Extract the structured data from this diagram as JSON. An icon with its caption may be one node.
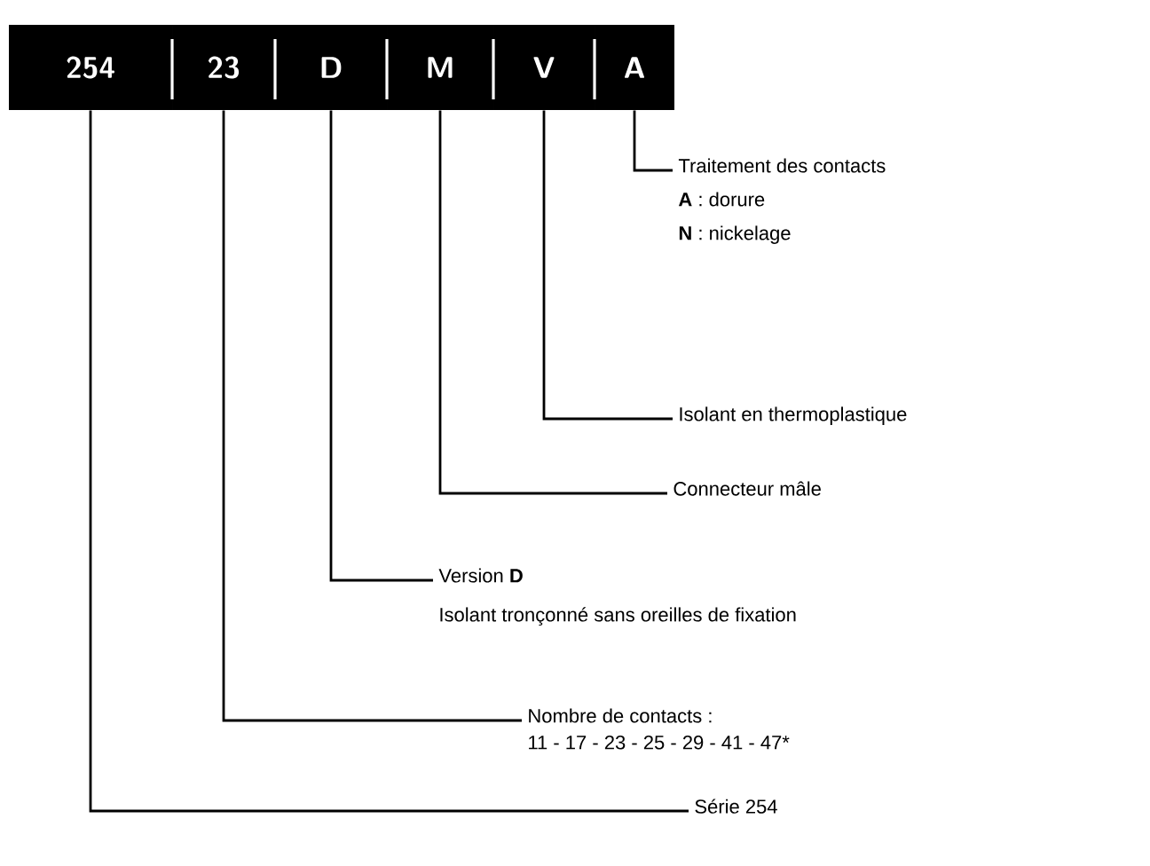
{
  "diagram": {
    "nodes": [
      {
        "text": [
          "254"
        ]
      },
      {
        "text": [
          "23"
        ]
      },
      {
        "text": [
          "D"
        ]
      },
      {
        "text": [
          "M"
        ]
      },
      {
        "text": [
          "V"
        ]
      },
      {
        "text": [
          "A"
        ]
      },
      {
        "text": [
          "Série 254"
        ]
      },
      {
        "text": [
          "Nombre de contacts :",
          "11 - 17 - 23 - 25 - 29 - 41 - 47*"
        ]
      },
      {
        "text": [
          "Version **D**",
          "Isolant tronçonné sans oreilles de fixation"
        ]
      },
      {
        "text": [
          "Connecteur mâle"
        ]
      },
      {
        "text": [
          "Isolant en thermoplastique"
        ]
      },
      {
        "text": [
          "Traitement des contacts",
          "**A** : dorure",
          "**N** : nickelage"
        ]
      }
    ],
    "edges": [
      {
        "from": 0,
        "to": 6,
        "arrow": "none"
      },
      {
        "from": 1,
        "to": 7,
        "arrow": "none"
      },
      {
        "from": 2,
        "to": 8,
        "arrow": "none"
      },
      {
        "from": 3,
        "to": 9,
        "arrow": "none"
      },
      {
        "from": 4,
        "to": 10,
        "arrow": "none"
      },
      {
        "from": 5,
        "to": 11,
        "arrow": "none"
      }
    ]
  }
}
